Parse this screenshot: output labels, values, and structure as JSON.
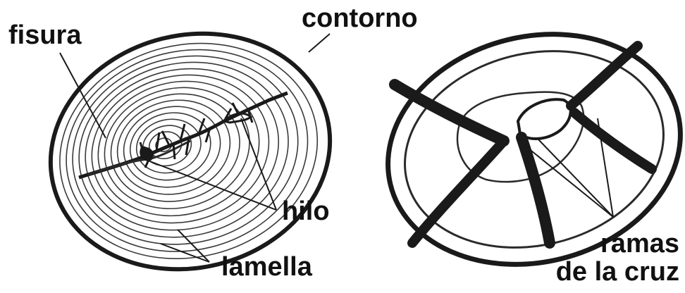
{
  "labels": {
    "fisura": "fisura",
    "contorno": "contorno",
    "hilo": "hilo",
    "lamella": "lamella",
    "ramas_line1": "ramas",
    "ramas_line2": "de la cruz"
  },
  "colors": {
    "ink": "#1a1a1a",
    "ring": "#3a3a3a",
    "label": "#111111",
    "background": "#ffffff"
  }
}
